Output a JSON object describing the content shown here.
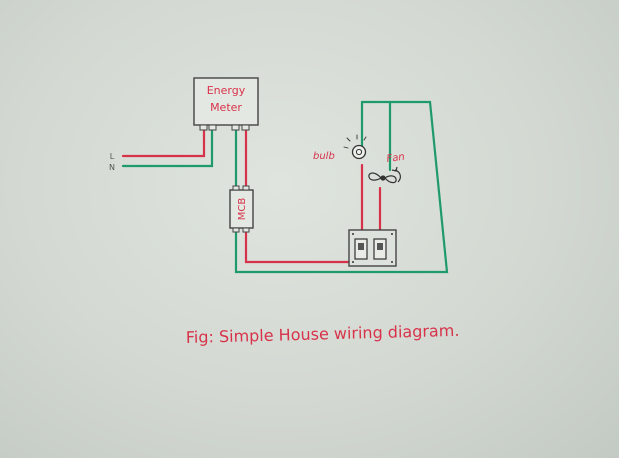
{
  "diagram": {
    "components": {
      "energy_meter": {
        "line1": "Energy",
        "line2": "Meter"
      },
      "mcb": {
        "label": "MCB"
      },
      "bulb": {
        "label": "bulb"
      },
      "fan": {
        "label": "Fan"
      }
    },
    "supply": {
      "line_label": "L",
      "neutral_label": "N"
    },
    "caption": "Fig: Simple House wiring diagram."
  },
  "colors": {
    "line_wire": "#d8324a",
    "neutral_wire": "#1f9a6d",
    "outline": "#444444",
    "ink": "#d8324a"
  }
}
